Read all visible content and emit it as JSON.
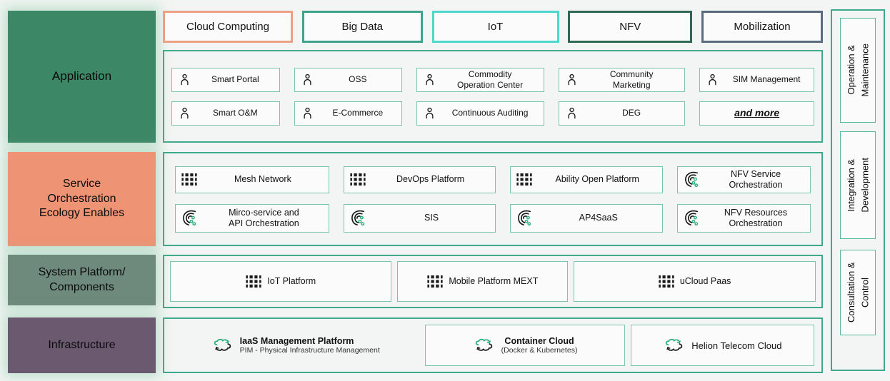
{
  "palette": {
    "page_bg": "#f2f5f3",
    "container_border": "#3fa98c",
    "item_border": "#79c4ac",
    "item_fill": "#fafbfa",
    "icon_black": "#1c1c1c",
    "icon_green": "#2fae7d"
  },
  "left_column": {
    "blocks": [
      {
        "label": "Application",
        "color": "#3c8766"
      },
      {
        "label": "Service\nOrchestration\nEcology Enables",
        "color": "#ee9374"
      },
      {
        "label": "System Platform/\nComponents",
        "color": "#6e8a7c"
      },
      {
        "label": "Infrastructure",
        "color": "#6b5970"
      }
    ]
  },
  "categories": [
    {
      "label": "Cloud Computing",
      "border_color": "#eda184"
    },
    {
      "label": "Big Data",
      "border_color": "#3fa28d"
    },
    {
      "label": "IoT",
      "border_color": "#4dd8cd"
    },
    {
      "label": "NFV",
      "border_color": "#2e6a53"
    },
    {
      "label": "Mobilization",
      "border_color": "#5a6b7d"
    }
  ],
  "application": {
    "items": [
      {
        "label": "Smart Portal",
        "icon": "user-icon"
      },
      {
        "label": "OSS",
        "icon": "user-icon"
      },
      {
        "label": "Commodity\nOperation Center",
        "icon": "user-icon"
      },
      {
        "label": "Community\nMarketing",
        "icon": "user-icon"
      },
      {
        "label": "SIM Management",
        "icon": "user-icon"
      },
      {
        "label": "Smart O&M",
        "icon": "user-icon"
      },
      {
        "label": "E-Commerce",
        "icon": "user-icon"
      },
      {
        "label": "Continuous Auditing",
        "icon": "user-icon"
      },
      {
        "label": "DEG",
        "icon": "user-icon"
      },
      {
        "label": "and more",
        "icon": "none"
      }
    ]
  },
  "service_orchestration": {
    "items": [
      {
        "label": "Mesh Network",
        "icon": "grid-icon"
      },
      {
        "label": "DevOps Platform",
        "icon": "grid-icon"
      },
      {
        "label": "Ability Open Platform",
        "icon": "grid-icon"
      },
      {
        "label": "NFV Service\nOrchestration",
        "icon": "flow-icon"
      },
      {
        "label": "Mirco-service and\nAPI Orchestration",
        "icon": "flow-icon"
      },
      {
        "label": "SIS",
        "icon": "flow-icon"
      },
      {
        "label": "AP4SaaS",
        "icon": "flow-icon"
      },
      {
        "label": "NFV Resources\nOrchestration",
        "icon": "flow-icon"
      }
    ]
  },
  "system_platform": {
    "items": [
      {
        "label": "IoT Platform",
        "icon": "grid-icon"
      },
      {
        "label": "Mobile Platform MEXT",
        "icon": "grid-icon"
      },
      {
        "label": "uCloud Paas",
        "icon": "grid-icon"
      }
    ]
  },
  "infrastructure": {
    "items": [
      {
        "title": "IaaS Management Platform",
        "subtitle": "PIM - Physical Infrastructure Management",
        "icon": "cloud-sync-icon"
      },
      {
        "title": "Container Cloud",
        "subtitle": "(Docker & Kubernetes)",
        "icon": "cloud-sync-icon"
      },
      {
        "title": "Helion Telecom Cloud",
        "subtitle": "",
        "icon": "cloud-sync-icon"
      }
    ]
  },
  "right_column": {
    "items": [
      {
        "label": "Operation &\nMaintenance"
      },
      {
        "label": "Integration &\nDevelopment"
      },
      {
        "label": "Consultation & Control"
      }
    ]
  }
}
